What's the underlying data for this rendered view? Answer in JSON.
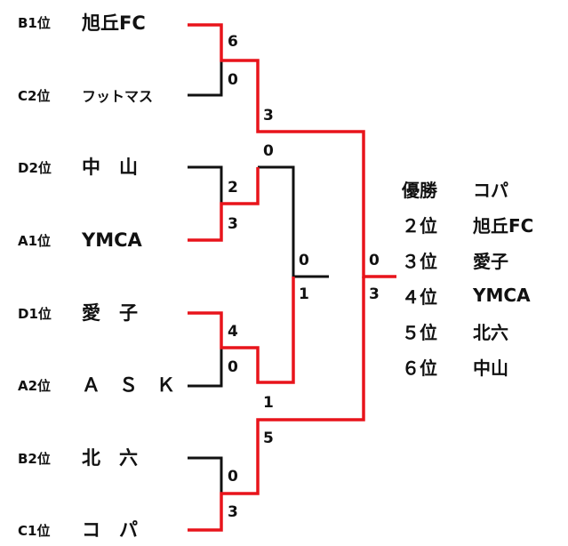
{
  "teams": [
    {
      "seed": "B1位",
      "name": "旭丘FC"
    },
    {
      "seed": "C2位",
      "name": "フットマス"
    },
    {
      "seed": "D2位",
      "name": "中　山"
    },
    {
      "seed": "A1位",
      "name": "YMCA"
    },
    {
      "seed": "D1位",
      "name": "愛　子"
    },
    {
      "seed": "A2位",
      "name": "Ａ　Ｓ　Ｋ"
    },
    {
      "seed": "B2位",
      "name": "北　六"
    },
    {
      "seed": "C1位",
      "name": "コ　パ"
    }
  ],
  "round1": [
    {
      "top": "6",
      "bottom": "0"
    },
    {
      "top": "2",
      "bottom": "3"
    },
    {
      "top": "4",
      "bottom": "0"
    },
    {
      "top": "0",
      "bottom": "3"
    }
  ],
  "round2": [
    {
      "top": "3",
      "bottom": "0"
    },
    {
      "top": "1",
      "bottom": "5"
    }
  ],
  "third_place": {
    "top": "0",
    "bottom": "1"
  },
  "final": {
    "top": "0",
    "bottom": "3"
  },
  "results": [
    {
      "place": "優勝",
      "name": "コパ"
    },
    {
      "place": "２位",
      "name": "旭丘FC"
    },
    {
      "place": "３位",
      "name": "愛子"
    },
    {
      "place": "４位",
      "name": "YMCA"
    },
    {
      "place": "５位",
      "name": "北六"
    },
    {
      "place": "６位",
      "name": "中山"
    }
  ],
  "colors": {
    "winner_line": "#e8141b",
    "loser_line": "#111111"
  }
}
